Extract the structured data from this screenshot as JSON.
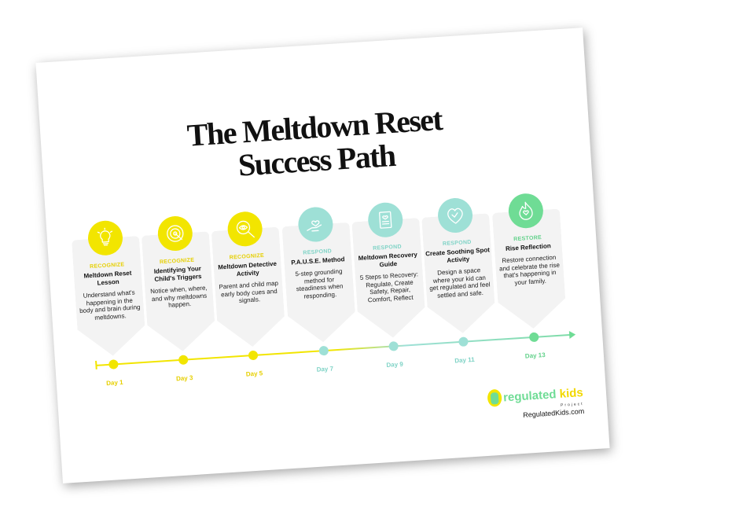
{
  "title_line1": "The Meltdown Reset",
  "title_line2": "Success Path",
  "colors": {
    "recognize": "#f2e500",
    "recognize_text": "#e6cf00",
    "respond": "#9ee0d6",
    "respond_text": "#7fd3c6",
    "restore": "#6fdc95",
    "restore_text": "#62d18a"
  },
  "cards": [
    {
      "phase": "RECOGNIZE",
      "kind": "recognize",
      "icon": "lightbulb-icon",
      "title": "Meltdown Reset Lesson",
      "desc": "Understand what's happening in the body and brain during meltdowns.",
      "day": "Day 1"
    },
    {
      "phase": "RECOGNIZE",
      "kind": "recognize",
      "icon": "target-icon",
      "title": "Identifying Your Child's Triggers",
      "desc": "Notice when, where, and why meltdowns happen.",
      "day": "Day 3"
    },
    {
      "phase": "RECOGNIZE",
      "kind": "recognize",
      "icon": "magnifier-eye-icon",
      "title": "Meltdown Detective Activity",
      "desc": "Parent and child map early body cues and signals.",
      "day": "Day 5"
    },
    {
      "phase": "RESPOND",
      "kind": "respond",
      "icon": "hand-heart-icon",
      "title": "P.A.U.S.E. Method",
      "desc": "5-step grounding method for steadiness when responding.",
      "day": "Day 7"
    },
    {
      "phase": "RESPOND",
      "kind": "respond",
      "icon": "scroll-heart-icon",
      "title": "Meltdown Recovery Guide",
      "desc": "5 Steps to Recovery: Regulate, Create Safety, Repair, Comfort, Reflect",
      "day": "Day 9"
    },
    {
      "phase": "RESPOND",
      "kind": "respond",
      "icon": "heart-hands-icon",
      "title": "Create Soothing Spot Activity",
      "desc": "Design a space where your kid can get regulated and feel settled and safe.",
      "day": "Day 11"
    },
    {
      "phase": "RESTORE",
      "kind": "restore",
      "icon": "flame-heart-icon",
      "title": "Rise Reflection",
      "desc": "Restore connection and celebrate the rise that's happening in your family.",
      "day": "Day 13"
    }
  ],
  "logo": {
    "word1": "regulated",
    "word2": "kids",
    "sub": "Project"
  },
  "url": "RegulatedKids.com"
}
